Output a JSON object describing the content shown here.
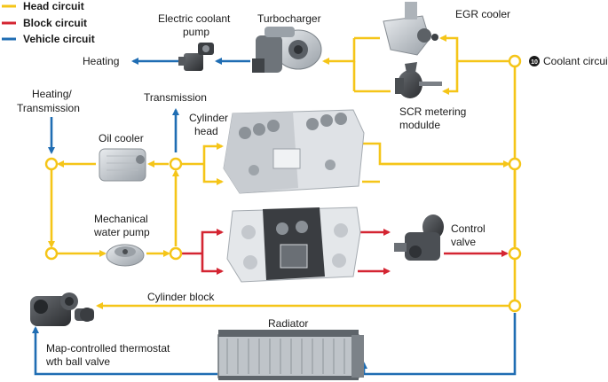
{
  "legend": {
    "head": "Head circuit",
    "block": "Block circuit",
    "vehicle": "Vehicle circuit"
  },
  "labels": {
    "heating": "Heating",
    "electric_pump_1": "Electric coolant",
    "electric_pump_2": "pump",
    "turbocharger": "Turbocharger",
    "egr": "EGR cooler",
    "coolant_number": "10",
    "coolant_circuit": "Coolant circuit",
    "scr_1": "SCR metering",
    "scr_2": "modulde",
    "heating_transmission_1": "Heating/",
    "heating_transmission_2": "Transmission",
    "transmission": "Transmission",
    "cylinder_head_1": "Cylinder",
    "cylinder_head_2": "head",
    "oil_cooler": "Oil cooler",
    "water_pump_1": "Mechanical",
    "water_pump_2": "water pump",
    "control_valve_1": "Control",
    "control_valve_2": "valve",
    "cylinder_block": "Cylinder block",
    "radiator": "Radiator",
    "thermostat_1": "Map-controlled thermostat",
    "thermostat_2": "wth ball valve"
  },
  "colors": {
    "head": "#f5c518",
    "block": "#d42532",
    "vehicle": "#1f6db3"
  },
  "icons": {
    "electric_pump": "electric-coolant-pump-icon",
    "turbocharger": "turbocharger-icon",
    "egr": "egr-cooler-icon",
    "scr": "scr-metering-module-icon",
    "oil_cooler": "oil-cooler-icon",
    "water_pump": "water-pump-icon",
    "cylinder_head": "cylinder-head-icon",
    "cylinder_block": "cylinder-block-icon",
    "control_valve": "control-valve-icon",
    "radiator": "radiator-icon",
    "thermostat": "thermostat-icon"
  }
}
